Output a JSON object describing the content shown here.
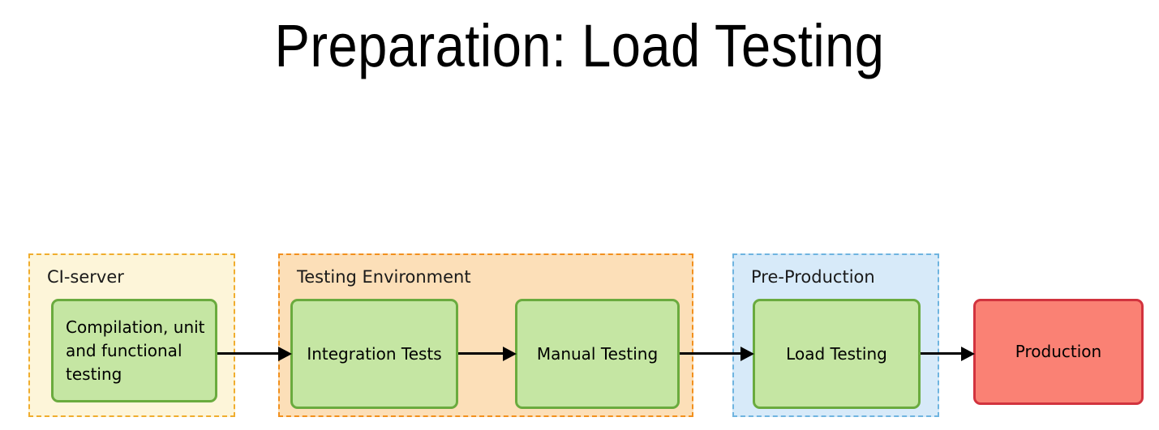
{
  "slide": {
    "title": "Preparation: Load Testing",
    "background_color": "#ffffff"
  },
  "diagram": {
    "type": "flowchart",
    "orientation": "left-to-right",
    "lanes": [
      {
        "id": "ci",
        "label": "CI-server",
        "fill_color": "#fdf5d9",
        "border_color": "#f0ad2e",
        "border_style": "dashed"
      },
      {
        "id": "test",
        "label": "Testing Environment",
        "fill_color": "#fcdfb8",
        "border_color": "#f2901e",
        "border_style": "dashed"
      },
      {
        "id": "preprod",
        "label": "Pre-Production",
        "fill_color": "#d7eaf9",
        "border_color": "#6fb4e0",
        "border_style": "dashed"
      }
    ],
    "nodes": [
      {
        "id": "compilation",
        "label": "Compilation, unit and functional testing",
        "lane": "ci",
        "fill_color": "#c5e6a3",
        "border_color": "#6aab3e",
        "align": "left"
      },
      {
        "id": "integration",
        "label": "Integration Tests",
        "lane": "test",
        "fill_color": "#c5e6a3",
        "border_color": "#6aab3e",
        "align": "center"
      },
      {
        "id": "manual",
        "label": "Manual Testing",
        "lane": "test",
        "fill_color": "#c5e6a3",
        "border_color": "#6aab3e",
        "align": "center"
      },
      {
        "id": "loadtest",
        "label": "Load Testing",
        "lane": "preprod",
        "fill_color": "#c5e6a3",
        "border_color": "#6aab3e",
        "align": "center"
      },
      {
        "id": "production",
        "label": "Production",
        "lane": null,
        "fill_color": "#fa8174",
        "border_color": "#d2333e",
        "align": "center"
      }
    ],
    "arrows": [
      {
        "id": "arrow-1",
        "from": "compilation",
        "to": "integration",
        "style": "solid-filled-head"
      },
      {
        "id": "arrow-2",
        "from": "integration",
        "to": "manual",
        "style": "solid-filled-head"
      },
      {
        "id": "arrow-3",
        "from": "manual",
        "to": "loadtest",
        "style": "solid-filled-head"
      },
      {
        "id": "arrow-4",
        "from": "loadtest",
        "to": "production",
        "style": "solid-filled-head"
      }
    ]
  }
}
